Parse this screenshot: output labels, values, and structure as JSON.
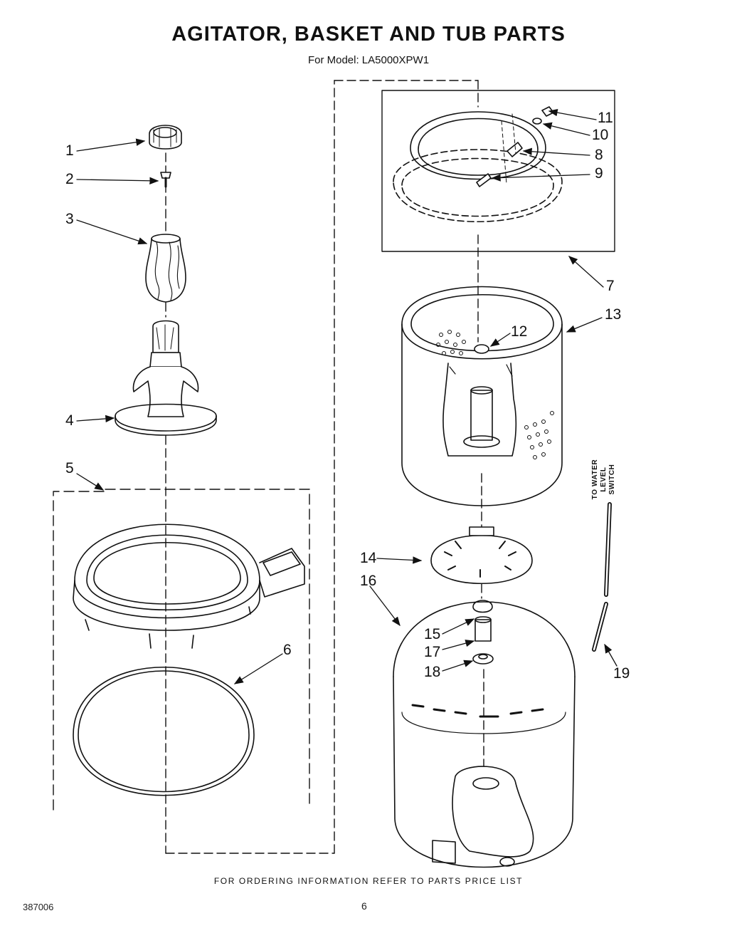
{
  "title": "AGITATOR, BASKET AND TUB PARTS",
  "subtitle": "For Model: LA5000XPW1",
  "footer": "FOR ORDERING INFORMATION REFER TO PARTS PRICE LIST",
  "doc_number": "387006",
  "page_number": "6",
  "side_note_line1": "TO WATER LEVEL",
  "side_note_line2": "SWITCH",
  "callouts": {
    "c1": "1",
    "c2": "2",
    "c3": "3",
    "c4": "4",
    "c5": "5",
    "c6": "6",
    "c7": "7",
    "c8": "8",
    "c9": "9",
    "c10": "10",
    "c11": "11",
    "c12": "12",
    "c13": "13",
    "c14": "14",
    "c15": "15",
    "c16": "16",
    "c17": "17",
    "c18": "18",
    "c19": "19"
  }
}
